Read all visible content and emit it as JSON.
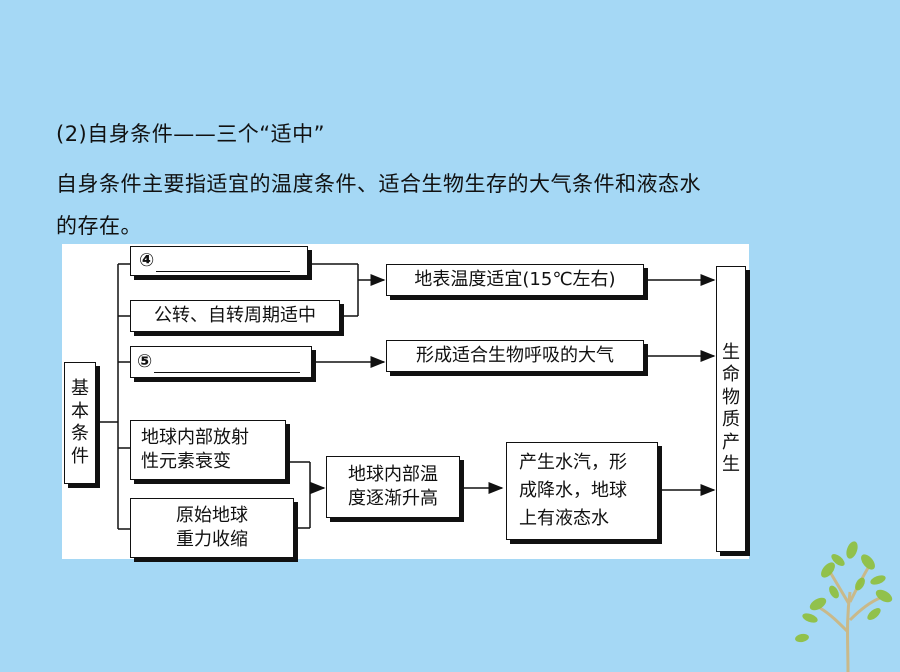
{
  "intro": {
    "heading": "(2)自身条件——三个“适中”",
    "paragraph_line1": "自身条件主要指适宜的温度条件、适合生物生存的大气条件和液态水",
    "paragraph_line2": "的存在。"
  },
  "diagram": {
    "root": {
      "label": "基本条件",
      "chars": [
        "基",
        "本",
        "条",
        "件"
      ]
    },
    "factors": {
      "blank4": "④",
      "orbit_rotation": "公转、自转周期适中",
      "blank5": "⑤",
      "radioactive_line1": "地球内部放射",
      "radioactive_line2": "性元素衰变",
      "gravity_line1": "原始地球",
      "gravity_line2": "重力收缩"
    },
    "results": {
      "temperature": "地表温度适宜(15℃左右)",
      "atmosphere": "形成适合生物呼吸的大气",
      "interior_temp_line1": "地球内部温",
      "interior_temp_line2": "度逐渐升高",
      "water_line1": "产生水汽，形",
      "water_line2": "成降水，地球",
      "water_line3": "上有液态水"
    },
    "outcome": {
      "label": "生命物质产生",
      "chars": [
        "生",
        "命",
        "物",
        "质",
        "产",
        "生"
      ]
    }
  },
  "colors": {
    "background": "#a5d8f5",
    "panel": "#ffffff",
    "ink": "#111111",
    "leaf": "#8fbf3a"
  }
}
